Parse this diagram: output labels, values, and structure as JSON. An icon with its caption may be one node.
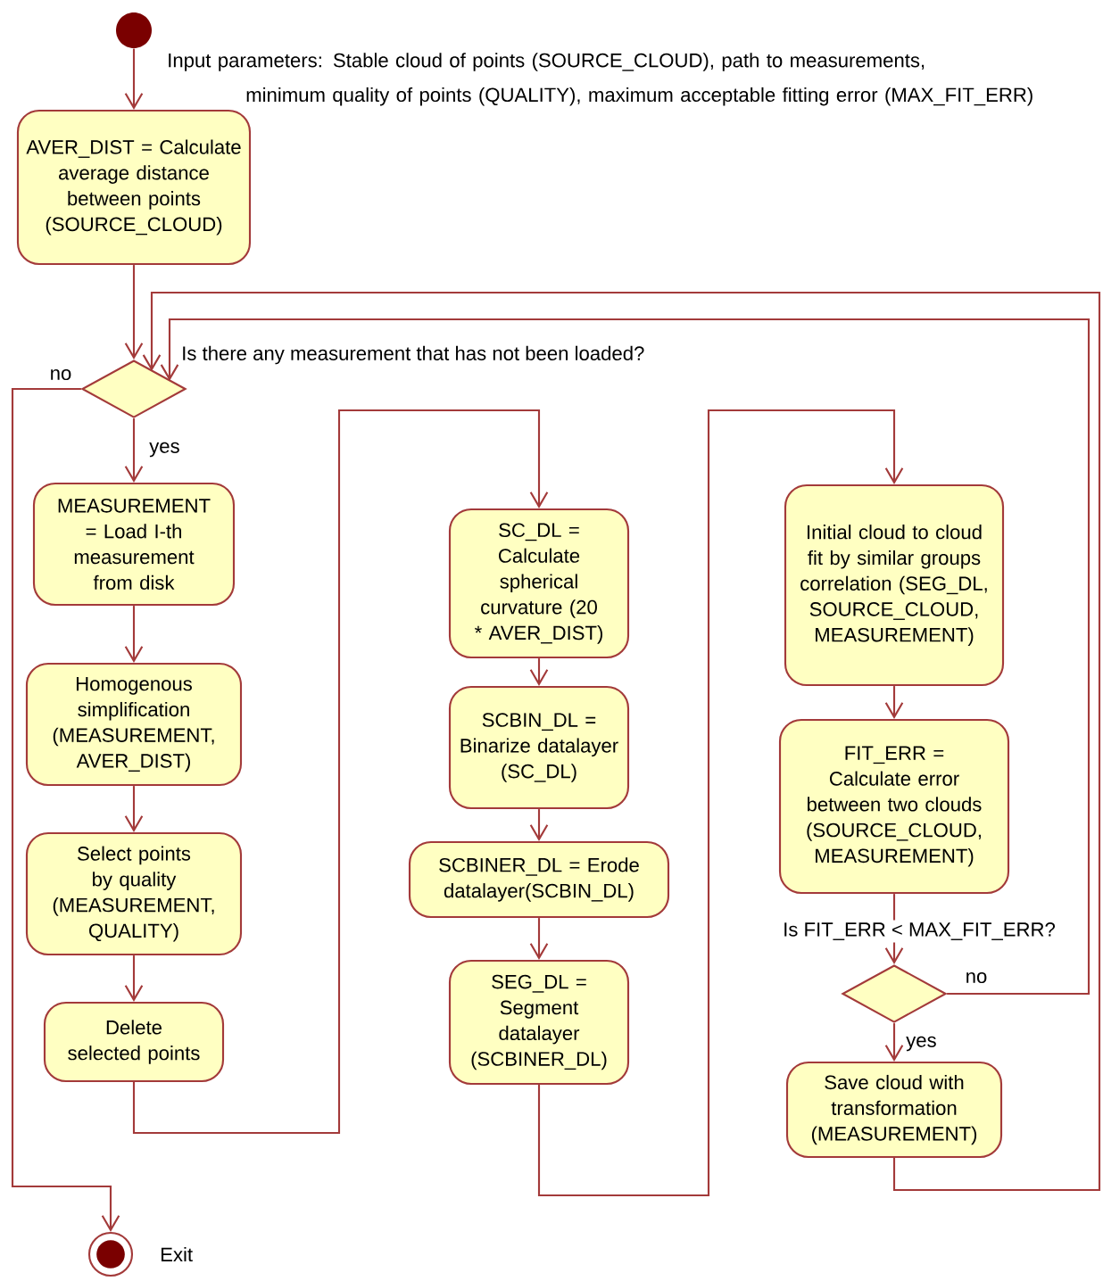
{
  "diagram": {
    "nodes": [
      {
        "text": [],
        "shape": "circle"
      },
      {
        "text": [
          "AVER_DIST = Calculate average distance between points (SOURCE_CLOUD)"
        ]
      },
      {
        "text": [],
        "shape": "diamond",
        "beside": [
          "Is there any measurement that has not been loaded?"
        ]
      },
      {
        "text": [
          "MEASUREMENT = Load I-th measurement from disk"
        ]
      },
      {
        "text": [
          "Homogenous simplification (MEASUREMENT, AVER_DIST)"
        ]
      },
      {
        "text": [
          "Select points by quality (MEASUREMENT, QUALITY)"
        ]
      },
      {
        "text": [
          "Delete selected points"
        ]
      },
      {
        "text": [
          "SC_DL = Calculate spherical curvature (20 * AVER_DIST)"
        ]
      },
      {
        "text": [
          "SCBIN_DL = Binarize datalayer (SC_DL)"
        ]
      },
      {
        "text": [
          "SCBINER_DL = Erode datalayer(SCBIN_DL)"
        ]
      },
      {
        "text": [
          "SEG_DL = Segment datalayer (SCBINER_DL)"
        ]
      },
      {
        "text": [
          "Initial cloud to cloud fit by similar groups correlation (SEG_DL, SOURCE_CLOUD, MEASUREMENT)"
        ]
      },
      {
        "text": [
          "FIT_ERR = Calculate error between two clouds (SOURCE_CLOUD, MEASUREMENT)"
        ]
      },
      {
        "text": [],
        "shape": "diamond",
        "beside": [
          "Is FIT_ERR < MAX_FIT_ERR?"
        ]
      },
      {
        "text": [
          "Save cloud with transformation (MEASUREMENT)"
        ]
      },
      {
        "text": [],
        "shape": "circle",
        "beside": [
          "Exit"
        ]
      }
    ],
    "edges": [
      {
        "from": 0,
        "to": 1,
        "arrow": "to",
        "label": "Input parameters: Stable cloud of points (SOURCE_CLOUD), path to measurements, minimum quality of points (QUALITY), maximum acceptable fitting error (MAX_FIT_ERR)"
      },
      {
        "from": 1,
        "to": 2,
        "arrow": "to"
      },
      {
        "from": 2,
        "to": 3,
        "arrow": "to",
        "label": "yes"
      },
      {
        "from": 2,
        "to": 15,
        "arrow": "to",
        "label": "no"
      },
      {
        "from": 3,
        "to": 4,
        "arrow": "to"
      },
      {
        "from": 4,
        "to": 5,
        "arrow": "to"
      },
      {
        "from": 5,
        "to": 6,
        "arrow": "to"
      },
      {
        "from": 6,
        "to": 7,
        "arrow": "to"
      },
      {
        "from": 7,
        "to": 8,
        "arrow": "to"
      },
      {
        "from": 8,
        "to": 9,
        "arrow": "to"
      },
      {
        "from": 9,
        "to": 10,
        "arrow": "to"
      },
      {
        "from": 10,
        "to": 11,
        "arrow": "to"
      },
      {
        "from": 11,
        "to": 12,
        "arrow": "to"
      },
      {
        "from": 12,
        "to": 13,
        "arrow": "to"
      },
      {
        "from": 13,
        "to": 14,
        "arrow": "to",
        "label": "yes"
      },
      {
        "from": 13,
        "to": 2,
        "arrow": "to",
        "label": "no"
      },
      {
        "from": 14,
        "to": 2,
        "arrow": "to"
      }
    ]
  }
}
